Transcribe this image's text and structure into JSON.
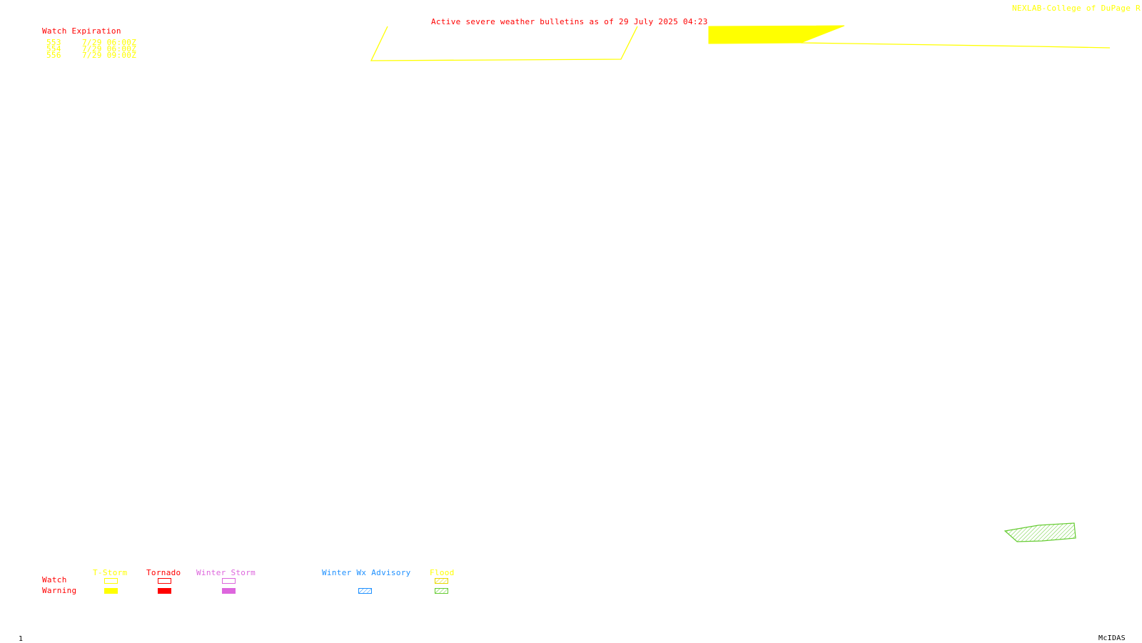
{
  "header": {
    "title": "Active severe weather bulletins as of 29 July 2025 04:23",
    "credit": "NEXLAB-College of DuPage R"
  },
  "watch_table": {
    "heading": "Watch Expiration",
    "rows": [
      {
        "id": "553",
        "expires": "7/29 06:00Z"
      },
      {
        "id": "554",
        "expires": "7/29 06:00Z"
      },
      {
        "id": "556",
        "expires": "7/29 09:00Z"
      }
    ]
  },
  "legend": {
    "row_labels": {
      "watch": "Watch",
      "warning": "Warning"
    },
    "categories": [
      {
        "name": "T-Storm",
        "color": "#ffff00"
      },
      {
        "name": "Tornado",
        "color": "#ff0000"
      },
      {
        "name": "Winter Storm",
        "color": "#dd66dd"
      },
      {
        "name": "Winter Wx Advisory",
        "color": "#1e90ff"
      },
      {
        "name": "Flood",
        "color": "#ffff00",
        "warning_color": "#66cc33"
      }
    ]
  },
  "map": {
    "watch_outline_color": "#ffff00",
    "warning_fill_color": "#ffff00",
    "flood_warning_color": "#66cc33"
  },
  "footer": {
    "frame_number": "1",
    "software": "McIDAS"
  }
}
